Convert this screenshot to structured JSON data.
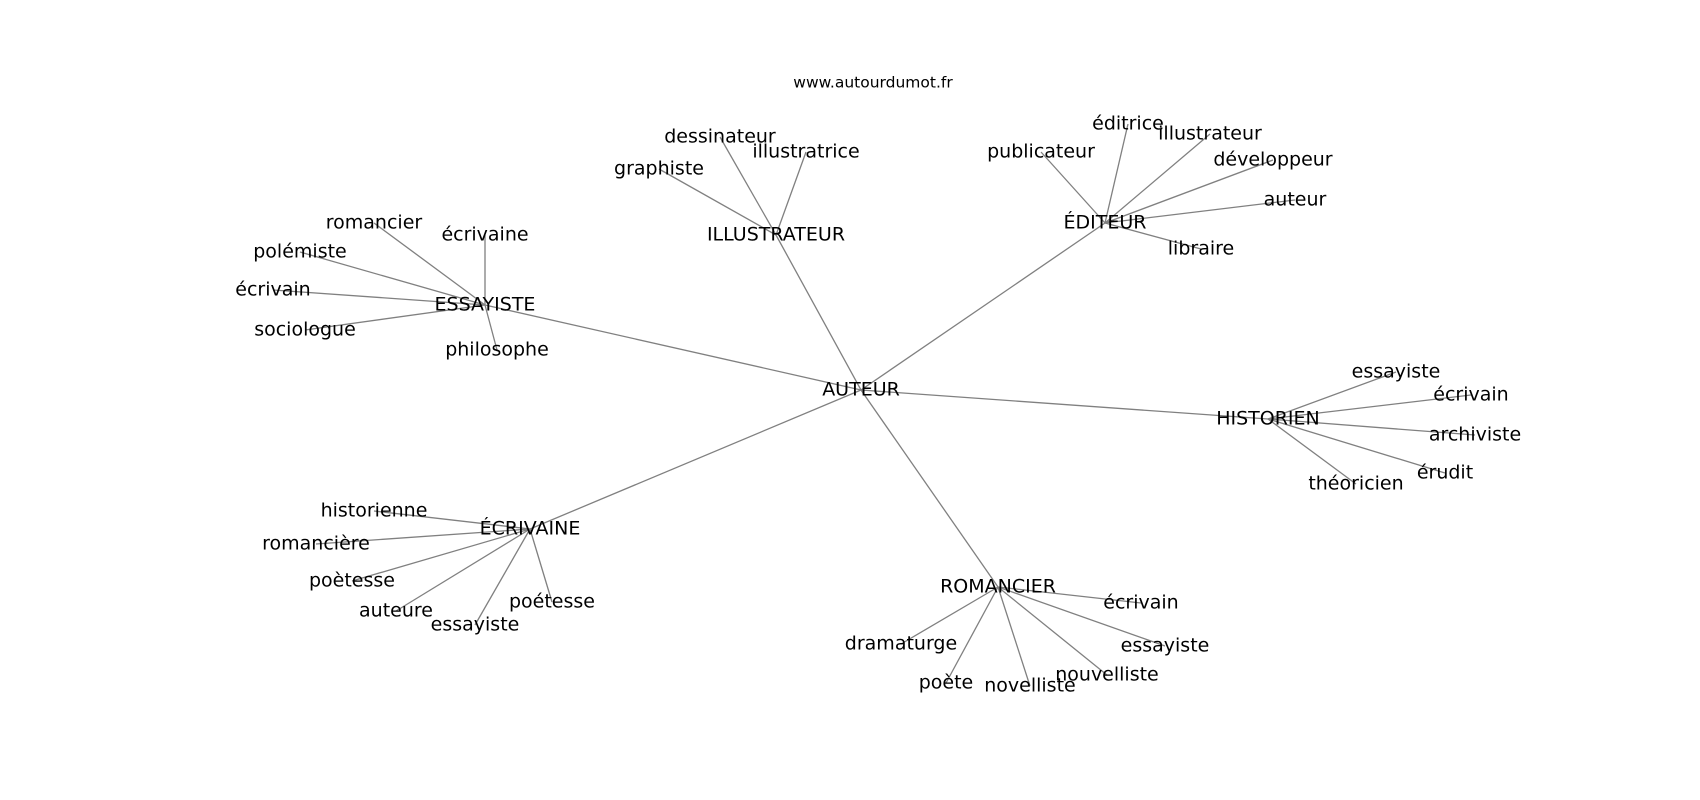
{
  "site": "www.autourdumot.fr",
  "center": "AUTEUR",
  "colors": {
    "edge": "#808080",
    "text": "#000000",
    "background": "#ffffff"
  },
  "groups": [
    {
      "id": "essayiste",
      "label": "ESSAYISTE",
      "children": [
        "romancier",
        "écrivaine",
        "polémiste",
        "écrivain",
        "sociologue",
        "philosophe"
      ]
    },
    {
      "id": "illustrateur",
      "label": "ILLUSTRATEUR",
      "children": [
        "dessinateur",
        "illustratrice",
        "graphiste"
      ]
    },
    {
      "id": "editeur",
      "label": "ÉDITEUR",
      "children": [
        "éditrice",
        "illustrateur",
        "publicateur",
        "développeur",
        "auteur",
        "libraire"
      ]
    },
    {
      "id": "historien",
      "label": "HISTORIEN",
      "children": [
        "essayiste",
        "écrivain",
        "archiviste",
        "érudit",
        "théoricien"
      ]
    },
    {
      "id": "ecrivaine",
      "label": "ÉCRIVAINE",
      "children": [
        "historienne",
        "romancière",
        "poètesse",
        "auteure",
        "essayiste",
        "poétesse"
      ]
    },
    {
      "id": "romancier",
      "label": "ROMANCIER",
      "children": [
        "écrivain",
        "dramaturge",
        "essayiste",
        "nouvelliste",
        "poète",
        "novelliste"
      ]
    }
  ]
}
